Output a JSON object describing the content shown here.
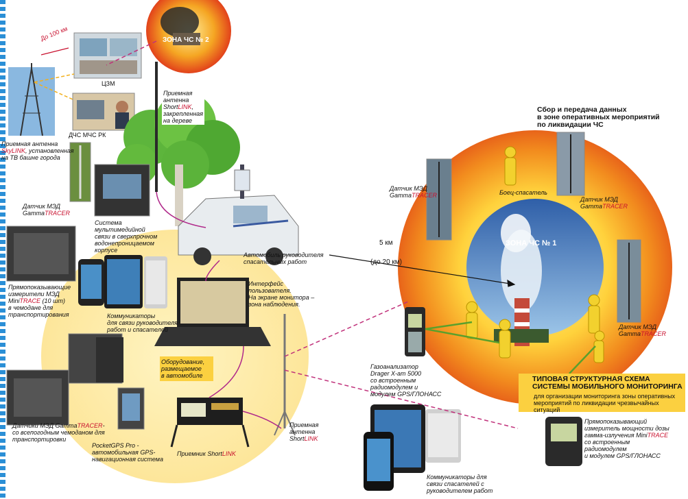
{
  "zone2": {
    "label": "ЗОНА ЧС № 2"
  },
  "zone1": {
    "label": "ЗОНА ЧС № 1"
  },
  "distance_top": {
    "label": "До 100 км"
  },
  "distance_mid": {
    "label1": "5 км",
    "label2": "(до 20 км)"
  },
  "czm": {
    "label": "ЦЗМ"
  },
  "dchs": {
    "label": "ДЧС МЧС РК"
  },
  "tower_antenna": {
    "line1": "Приемная антенна",
    "brand": "SkyLINK",
    "line2": ", установленная",
    "line3": "на ТВ башне города"
  },
  "tree_antenna": {
    "line1": "Приемная",
    "line2": "антенна",
    "brand_pre": "Short",
    "brand": "LINK",
    "line3": ",",
    "line4": "закрепленная",
    "line5": "на дереве"
  },
  "mzd_left": {
    "line1": "Датчик МЭД",
    "brand_pre": "Gamma",
    "brand": "TRACER"
  },
  "multimedia": {
    "line1": "Система",
    "line2": "мультимедийной",
    "line3": "связи в сверхпрочном",
    "line4": "водонепроницаемом",
    "line5": "корпусе"
  },
  "dosimeters_case": {
    "line1": "Прямопоказывающие",
    "line2": "измерители МЭД",
    "brand_pre": "Mini",
    "brand": "TRACE",
    "line3_suffix": " (10 шт)",
    "line4": "в чемодане для",
    "line5": "транспортирования"
  },
  "communicators_top": {
    "line1": "Коммуникаторы",
    "line2": "для связи руководителя",
    "line3": "работ и спасателей"
  },
  "vehicle": {
    "line1": "Автомобиль руководителя",
    "line2": "спасательных работ"
  },
  "interface": {
    "line1": "Интерфейс",
    "line2": "пользователя.",
    "line3": "На экране монитора –",
    "line4": "зона наблюдения."
  },
  "equipment": {
    "line1": "Оборудование,",
    "line2": "размещаемое",
    "line3": "в автомобиле"
  },
  "mzd_bottom": {
    "line1_pre": "Датчики МЭД Gamma",
    "brand": "TRACER",
    "line1_suffix": "-",
    "line2": "со всепогодным чемоданом для",
    "line3": "транспортировки"
  },
  "pocketgps": {
    "line1": "PocketGPS Pro -",
    "line2": "автомобильная GPS-",
    "line3": "навигационная система"
  },
  "receiver": {
    "pre": "Приемник Short",
    "brand": "LINK"
  },
  "antenna_right": {
    "line1": "Приемная",
    "line2": "антенна",
    "brand_pre": "Short",
    "brand": "LINK"
  },
  "gas": {
    "line1": "Газоанализатор",
    "line2": "Drager X-am 5000",
    "line3": "со встроенным",
    "line4": "радиомодулем и",
    "line5": "модулем GPS/ГЛОНАСС"
  },
  "communicators_bottom": {
    "line1": "Коммуникаторы для",
    "line2": "связи спасателей с",
    "line3": "руководителем работ"
  },
  "collection": {
    "line1": "Сбор и передача данных",
    "line2": "в зоне оперативных мероприятий",
    "line3": "по ликвидации ЧС"
  },
  "rescuer": {
    "label": "Боец-спасатель"
  },
  "mzd_r1": {
    "line1": "Датчик МЭД",
    "brand_pre": "Gamma",
    "brand": "TRACER"
  },
  "mzd_r2": {
    "line1": "Датчик МЭД",
    "brand_pre": "Gamma",
    "brand": "TRACER"
  },
  "mzd_r3": {
    "line1": "Датчик МЭД",
    "brand_pre": "Gamma",
    "brand": "TRACER"
  },
  "title": {
    "line1": "ТИПОВАЯ СТРУКТУРНАЯ СХЕМА",
    "line2": "СИСТЕМЫ МОБИЛЬНОГО МОНИТОРИНГА",
    "line3": "для организации мониторинга зоны оперативных",
    "line4": "мероприятий  по ликвидации чрезвычайных ситуаций"
  },
  "minitrace": {
    "line1": "Прямопоказывающий",
    "line2": "измеритель  мощности дозы",
    "line3": "гамма-излучения Mini",
    "brand": "TRACE",
    "line4": "со встроенным",
    "line5": "радиомодулем",
    "line6": "и модулем GPS/ГЛОНАСС"
  },
  "colors": {
    "accent_red": "#c8102e",
    "title_yellow": "#fbd040",
    "zone_orange": "#f28c1e",
    "link_magenta": "#c0307a"
  }
}
